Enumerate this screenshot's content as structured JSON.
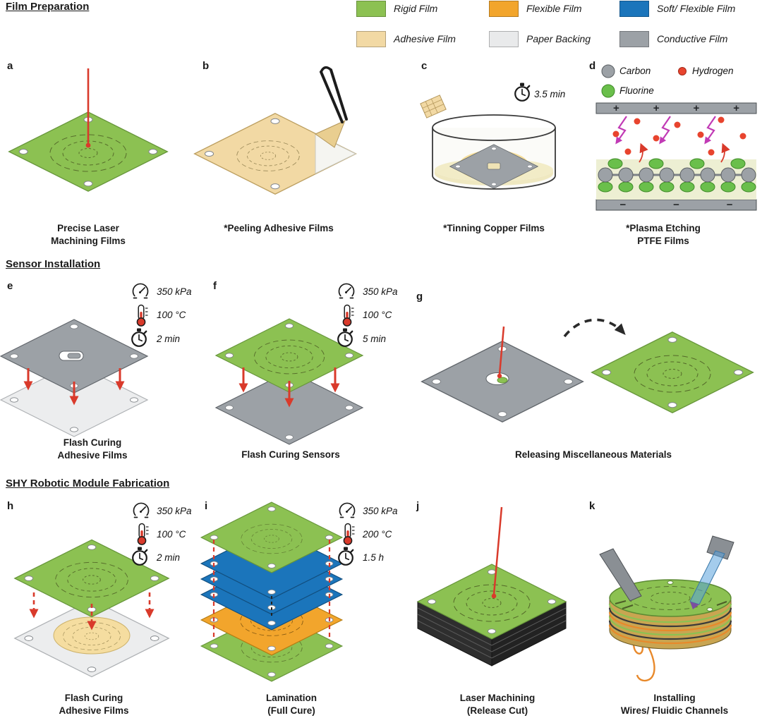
{
  "sections": {
    "film_preparation": "Film Preparation",
    "sensor_installation": "Sensor Installation",
    "shy_fabrication": "SHY Robotic Module Fabrication"
  },
  "legend": [
    {
      "label": "Rigid Film",
      "color": "#8CC152"
    },
    {
      "label": "Flexible Film",
      "color": "#F2A52C"
    },
    {
      "label": "Soft/ Flexible Film",
      "color": "#1B75BB"
    },
    {
      "label": "Adhesive Film",
      "color": "#F2D9A4"
    },
    {
      "label": "Paper Backing",
      "color": "#E9EAEB"
    },
    {
      "label": "Conductive Film",
      "color": "#9CA1A6"
    }
  ],
  "panels": {
    "a": {
      "letter": "a",
      "caption1": "Precise Laser",
      "caption2": "Machining Films"
    },
    "b": {
      "letter": "b",
      "caption1": "*Peeling Adhesive Films"
    },
    "c": {
      "letter": "c",
      "caption1": "*Tinning Copper Films",
      "time": "3.5 min"
    },
    "d": {
      "letter": "d",
      "caption1": "*Plasma Etching",
      "caption2": "PTFE Films",
      "particle_labels": {
        "carbon": "Carbon",
        "hydrogen": "Hydrogen",
        "fluorine": "Fluorine"
      },
      "plus_sign": "+",
      "minus_sign": "−"
    },
    "e": {
      "letter": "e",
      "caption1": "Flash Curing",
      "caption2": "Adhesive Films",
      "pressure": "350 kPa",
      "temperature": "100 °C",
      "time": "2 min"
    },
    "f": {
      "letter": "f",
      "caption1": "Flash Curing Sensors",
      "pressure": "350 kPa",
      "temperature": "100 °C",
      "time": "5 min"
    },
    "g": {
      "letter": "g",
      "caption1": "Releasing Miscellaneous Materials"
    },
    "h": {
      "letter": "h",
      "caption1": "Flash Curing",
      "caption2": "Adhesive Films",
      "pressure": "350 kPa",
      "temperature": "100 °C",
      "time": "2 min"
    },
    "i": {
      "letter": "i",
      "caption1": "Lamination",
      "caption2": "(Full Cure)",
      "pressure": "350 kPa",
      "temperature": "200 °C",
      "time": "1.5 h"
    },
    "j": {
      "letter": "j",
      "caption1": "Laser Machining",
      "caption2": "(Release Cut)"
    },
    "k": {
      "letter": "k",
      "caption1": "Installing",
      "caption2": "Wires/ Fluidic Channels"
    }
  },
  "accent_colors": {
    "laser_red": "#D93A2B",
    "hydrogen_red": "#E8442E",
    "fluorine_green": "#6ABF4B",
    "carbon_gray": "#9CA1A6",
    "plasma_bolt_purple": "#C13AB5"
  },
  "icons": {
    "pressure": "pressure-gauge-icon",
    "temperature": "thermometer-icon",
    "duration": "stopwatch-icon"
  }
}
